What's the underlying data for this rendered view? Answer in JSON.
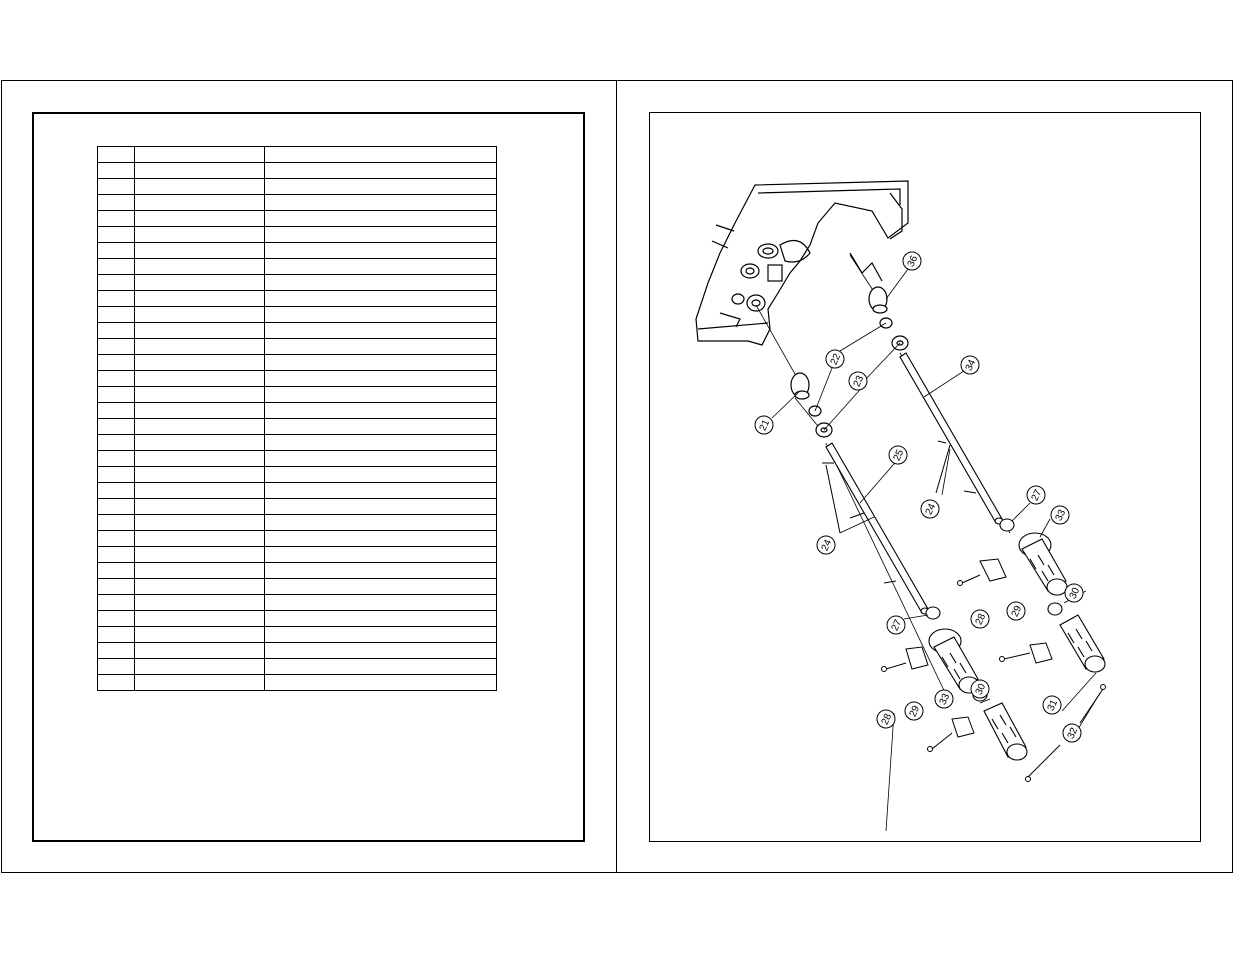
{
  "left_page": {
    "parts_table": {
      "rows": 34,
      "cells_text": ""
    }
  },
  "right_page": {
    "callouts": [
      "21",
      "22",
      "23",
      "24",
      "24",
      "25",
      "27",
      "27",
      "28",
      "28",
      "29",
      "29",
      "30",
      "30",
      "31",
      "32",
      "33",
      "33",
      "34",
      "36"
    ]
  },
  "colors": {
    "ink": "#000000",
    "paper": "#ffffff"
  }
}
